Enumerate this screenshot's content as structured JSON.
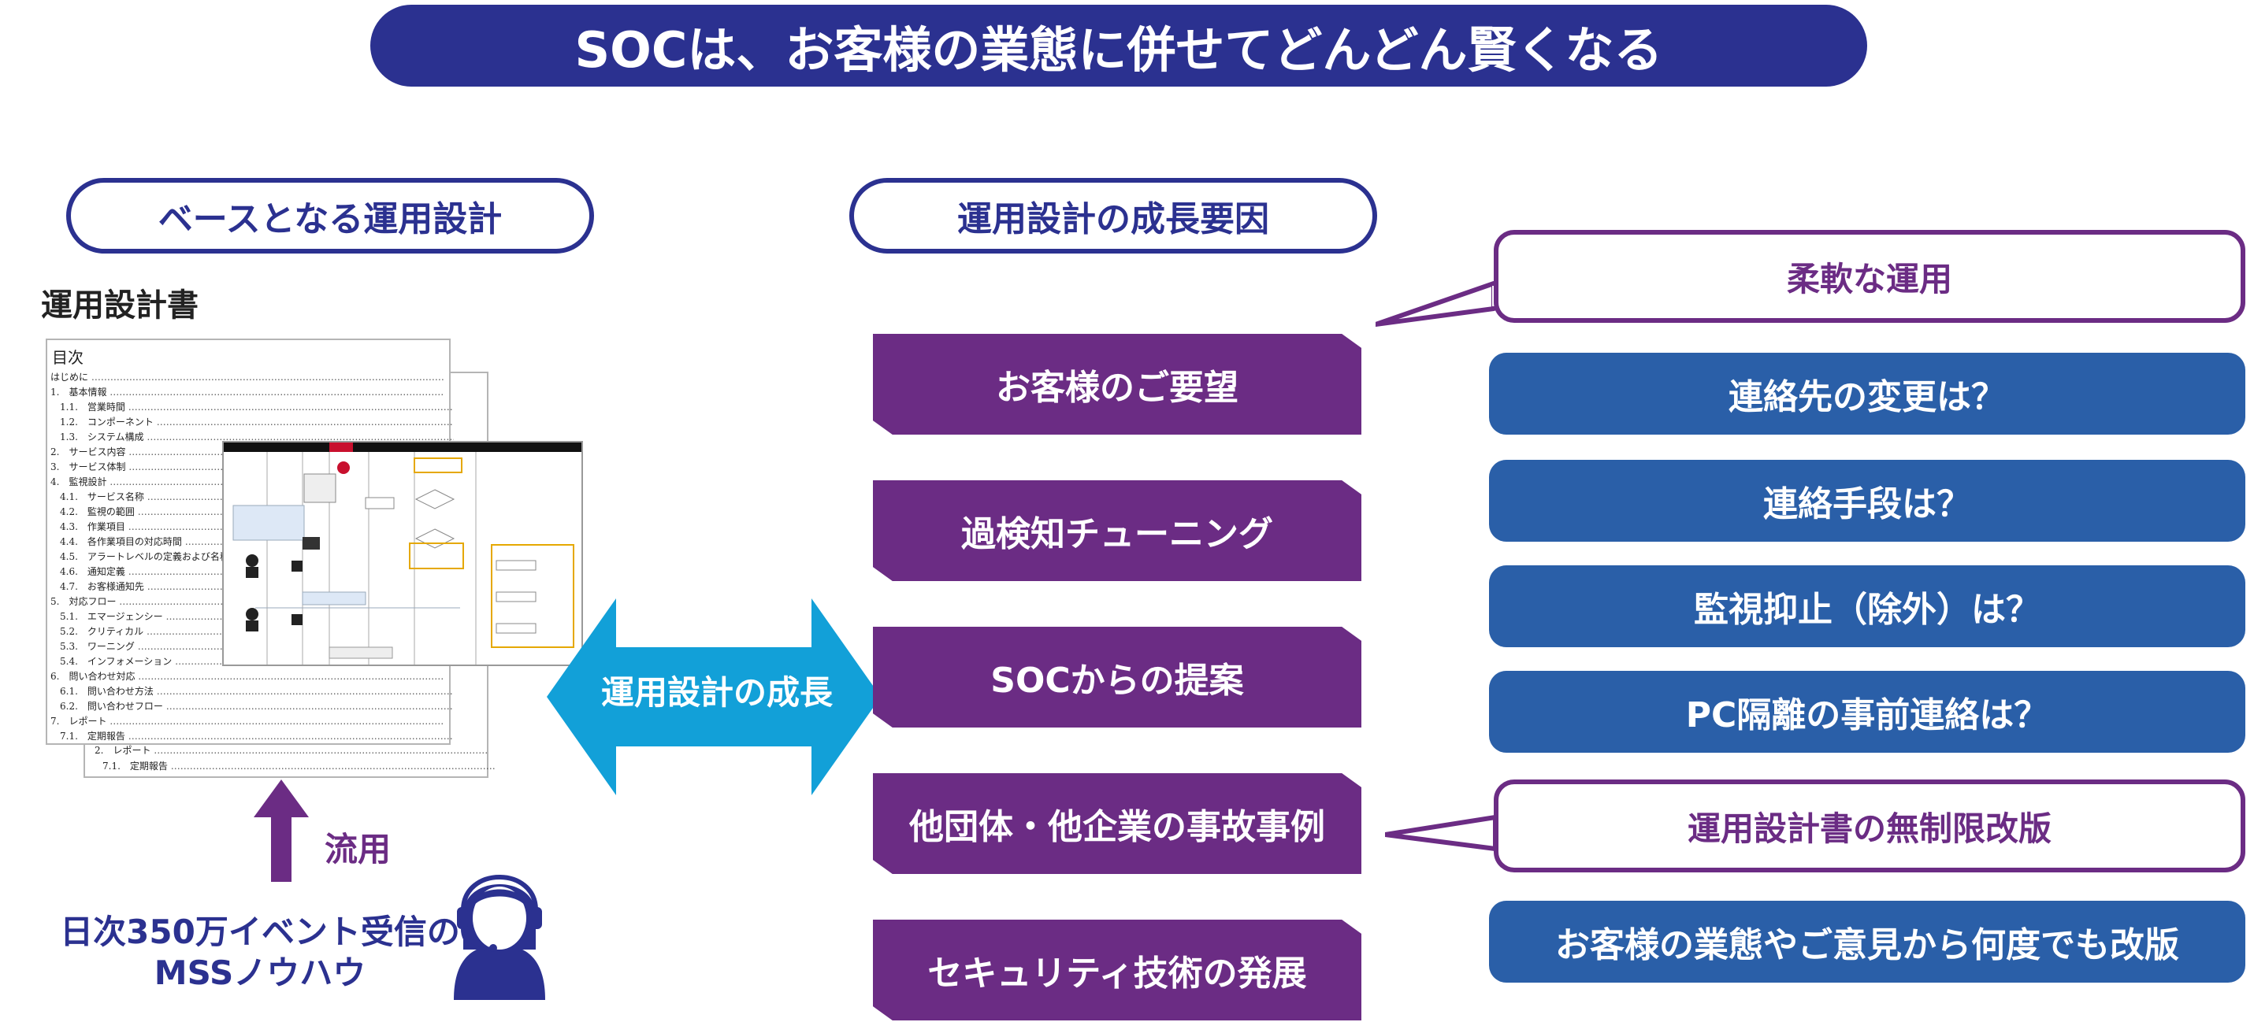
{
  "title": "SOCは、お客様の業態に併せてどんどん賢くなる",
  "left_section": {
    "heading": "ベースとなる運用設計",
    "doc_label": "運用設計書",
    "doc_toc_title": "目次",
    "doc_toc_items": [
      "はじめに",
      "1.　基本情報",
      "1.1.　営業時間",
      "1.2.　コンポーネント",
      "1.3.　システム構成",
      "2.　サービス内容",
      "3.　サービス体制",
      "4.　監視設計",
      "4.1.　サービス名称",
      "4.2.　監視の範囲",
      "4.3.　作業項目",
      "4.4.　各作業項目の対応時間",
      "4.5.　アラートレベルの定義および名称",
      "4.6.　通知定義",
      "4.7.　お客様通知先",
      "5.　対応フロー",
      "5.1.　エマージェンシー",
      "5.2.　クリティカル",
      "5.3.　ワーニング",
      "5.4.　インフォメーション",
      "6.　問い合わせ対応",
      "6.1.　問い合わせ方法",
      "6.2.　問い合わせフロー",
      "7.　レポート",
      "7.1.　定期報告"
    ],
    "doc_back_items": [
      "2.　レポート",
      "7.1.　定期報告"
    ],
    "reuse_label": "流用",
    "mss_line1": "日次350万イベント受信の",
    "mss_line2": "MSSノウハウ"
  },
  "arrow_label": "運用設計の成長",
  "middle_section": {
    "heading": "運用設計の成長要因",
    "factors": [
      "お客様のご要望",
      "過検知チューニング",
      "SOCからの提案",
      "他団体・他企業の事故事例",
      "セキュリティ技術の発展"
    ]
  },
  "right_section": {
    "callout_top": "柔軟な運用",
    "items_top": [
      "連絡先の変更は？",
      "連絡手段は？",
      "監視抑止（除外）は？",
      "PC隔離の事前連絡は？"
    ],
    "callout_bottom": "運用設計書の無制限改版",
    "item_bottom": "お客様の業態やご意見から何度でも改版"
  },
  "colors": {
    "navy": "#2b3190",
    "purple": "#6b2c84",
    "blue": "#2a5fa8",
    "cyan": "#12a0d8"
  }
}
